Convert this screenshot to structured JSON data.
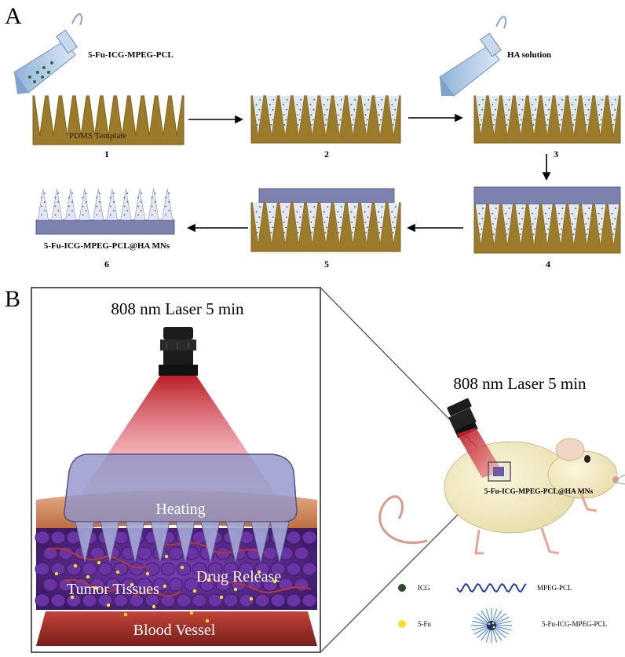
{
  "panel_a": {
    "label": "A",
    "tube1_label": "5-Fu-ICG-MPEG-PCL",
    "tube2_label": "HA  solution",
    "template_label": "PDMS Template",
    "step_numbers": [
      "1",
      "2",
      "3",
      "4",
      "5",
      "6"
    ],
    "product_label": "5-Fu-ICG-MPEG-PCL@HA MNs"
  },
  "panel_b": {
    "label": "B",
    "zoom_laser_label": "808 nm Laser 5 min",
    "heating_label": "Heating",
    "tumor_label": "Tumor Tissues",
    "drug_release_label": "Drug Release",
    "blood_vessel_label": "Blood Vessel",
    "mouse_laser_label": "808 nm Laser 5 min",
    "mouse_patch_label": "5-Fu-ICG-MPEG-PCL@HA MNs"
  },
  "legend": {
    "icg": "ICG",
    "mpeg_pcl": "MPEG-PCL",
    "fu": "5-Fu",
    "micelle": "5-Fu-ICG-MPEG-PCL"
  },
  "colors": {
    "template_gold": "#9b7a2a",
    "patch_purple": "#7c82ad",
    "laser_red": "#d9434a",
    "tissue_purple": "#5a2a8c",
    "vessel_red": "#a1302c",
    "fu_yellow": "#f2e02a",
    "icg_green": "#2f4a2a"
  }
}
